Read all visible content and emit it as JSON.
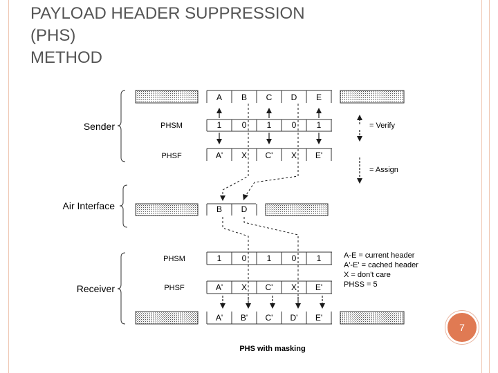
{
  "slide": {
    "title_lines": [
      "PAYLOAD HEADER SUPPRESSION",
      "(PHS)",
      "METHOD"
    ],
    "page_number": "7"
  },
  "diagram": {
    "caption": "PHS with masking",
    "groups": {
      "sender": "Sender",
      "air_interface": "Air Interface",
      "receiver": "Receiver"
    },
    "row_labels": {
      "sender_phsm": "PHSM",
      "sender_phsf": "PHSF",
      "receiver_phsm": "PHSM",
      "receiver_phsf": "PHSF"
    },
    "sender_header": [
      "A",
      "B",
      "C",
      "D",
      "E"
    ],
    "sender_phsm": [
      "1",
      "0",
      "1",
      "0",
      "1"
    ],
    "sender_phsf": [
      "A'",
      "X",
      "C'",
      "X",
      "E'"
    ],
    "air_fields": [
      "B",
      "D"
    ],
    "receiver_phsm": [
      "1",
      "0",
      "1",
      "0",
      "1"
    ],
    "receiver_phsf": [
      "A'",
      "X",
      "C'",
      "X",
      "E'"
    ],
    "receiver_header": [
      "A'",
      "B'",
      "C'",
      "D'",
      "E'"
    ],
    "legend_actions": {
      "verify": "= Verify",
      "assign": "= Assign"
    },
    "legend_notes": [
      "A-E = current header",
      "A'-E' = cached header",
      "X = don't care",
      "PHSS = 5"
    ]
  }
}
